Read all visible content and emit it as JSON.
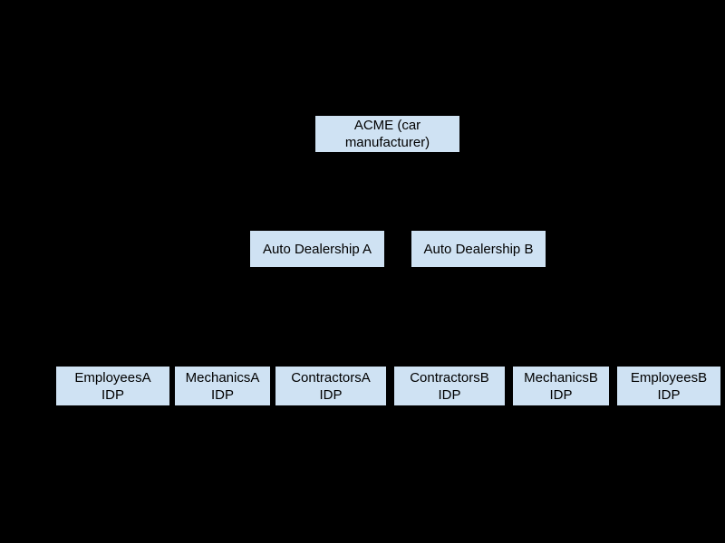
{
  "diagram": {
    "background_color": "#000000",
    "node_fill_color": "#cfe2f3",
    "node_text_color": "#000000",
    "nodes": [
      {
        "id": "acme",
        "level": "manufacturer",
        "lines": [
          "ACME (car",
          "manufacturer)"
        ]
      },
      {
        "id": "auto-dealership-a",
        "level": "dealership",
        "lines": [
          "Auto Dealership A"
        ]
      },
      {
        "id": "auto-dealership-b",
        "level": "dealership",
        "lines": [
          "Auto Dealership B"
        ]
      },
      {
        "id": "employees-a-idp",
        "level": "idp",
        "lines": [
          "EmployeesA",
          "IDP"
        ]
      },
      {
        "id": "mechanics-a-idp",
        "level": "idp",
        "lines": [
          "MechanicsA",
          "IDP"
        ]
      },
      {
        "id": "contractors-a-idp",
        "level": "idp",
        "lines": [
          "ContractorsA",
          "IDP"
        ]
      },
      {
        "id": "contractors-b-idp",
        "level": "idp",
        "lines": [
          "ContractorsB",
          "IDP"
        ]
      },
      {
        "id": "mechanics-b-idp",
        "level": "idp",
        "lines": [
          "MechanicsB",
          "IDP"
        ]
      },
      {
        "id": "employees-b-idp",
        "level": "idp",
        "lines": [
          "EmployeesB",
          "IDP"
        ]
      }
    ]
  }
}
